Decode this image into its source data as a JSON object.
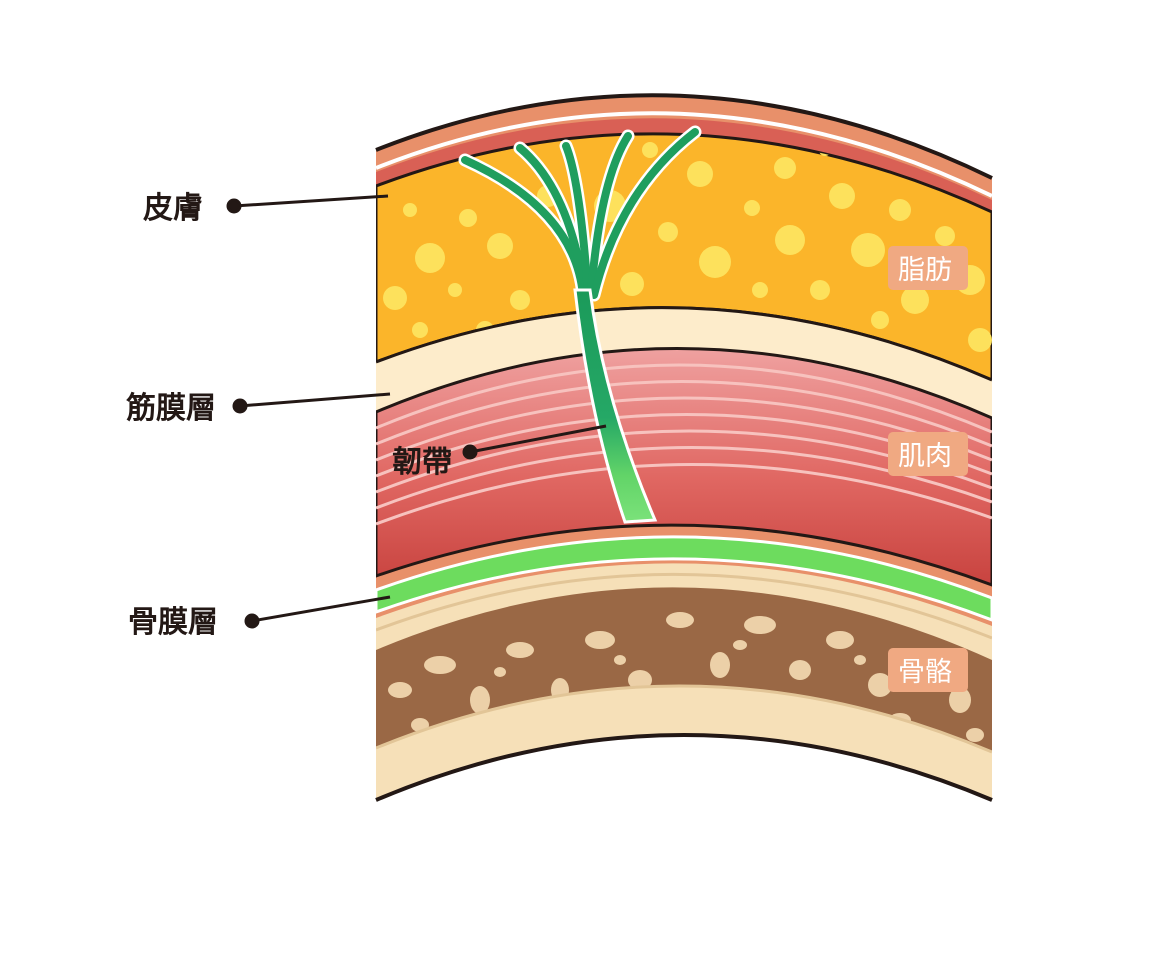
{
  "labels": {
    "skin": "皮膚",
    "fascia": "筋膜層",
    "ligament": "韌帶",
    "periosteum": "骨膜層",
    "fat": "脂肪",
    "muscle": "肌肉",
    "bone": "骨骼"
  },
  "colors": {
    "skin": "#e8906a",
    "skin_dermis": "#d96055",
    "fat": "#fbb52a",
    "fat_bubble": "#fde15c",
    "fascia": "#fdeccb",
    "muscle": "#d94f4c",
    "muscle_stripe": "#f3b4b0",
    "periosteum": "#6ddc5e",
    "ligament": "#1f9e5e",
    "bone_rim": "#f6e0b8",
    "bone_marrow": "#9a6845",
    "bone_spot": "#ecd0a8",
    "outline": "#231815",
    "tag_bg": "#f0a982"
  }
}
